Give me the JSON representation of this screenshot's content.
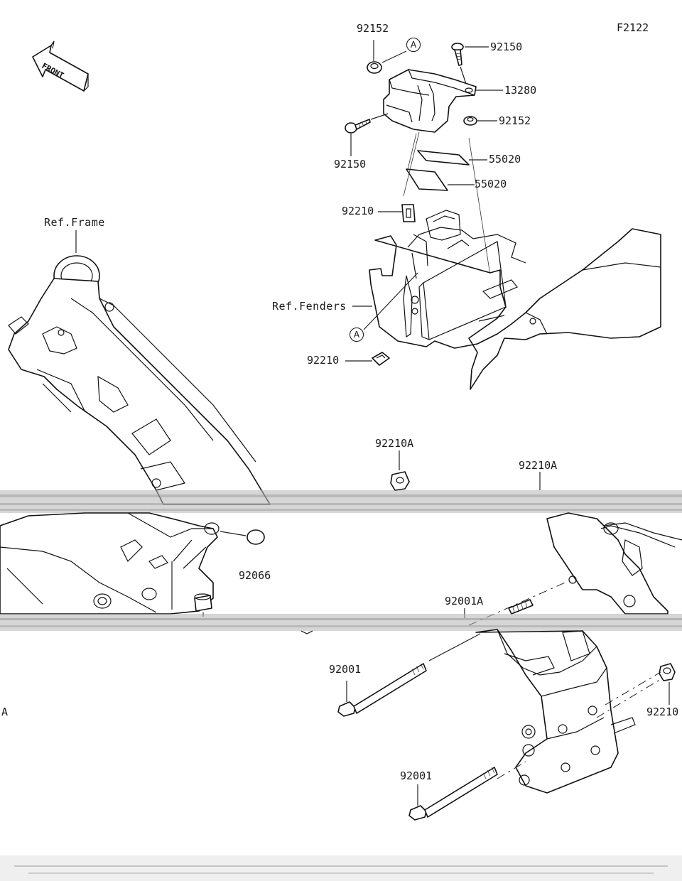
{
  "diagram_code": "F2122",
  "front_arrow": {
    "label": "FRONT",
    "icon": "front-direction-arrow-icon"
  },
  "ref_labels": {
    "frame": "Ref.Frame",
    "fenders": "Ref.Fenders"
  },
  "callout_letter": "A",
  "parts": {
    "p92152": "92152",
    "p92150_top": "92150",
    "p13280": "13280",
    "p92152_washer": "92152",
    "p92150_left": "92150",
    "p55020_top": "55020",
    "p55020_bottom": "55020",
    "p92210_top": "92210",
    "p92210_bottom": "92210",
    "p92210A_center": "92210A",
    "p92210A_right": "92210A",
    "p92066": "92066",
    "p92001A": "92001A",
    "p92001_upper": "92001",
    "p92001_lower": "92001",
    "p92210_right": "92210",
    "edge_letter": "A"
  }
}
